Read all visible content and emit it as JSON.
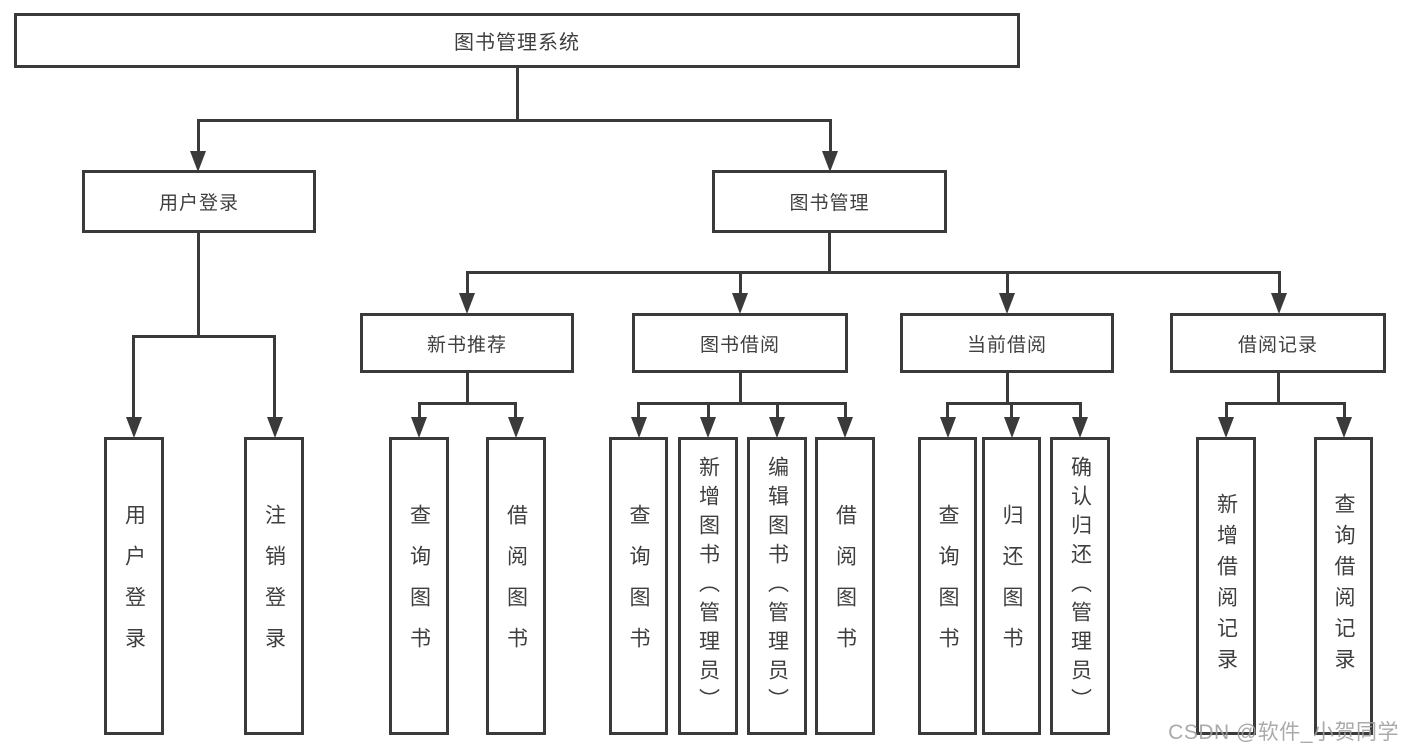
{
  "diagram": {
    "title": "图书管理系统",
    "watermark": "CSDN @软件_小贺同学",
    "colors": {
      "line": "#3a3a3a",
      "text": "#3f3f3f",
      "background": "#ffffff",
      "watermark": "#9e9e9e"
    },
    "nodes": {
      "root": {
        "label": "图书管理系统"
      },
      "user_login": {
        "label": "用户登录"
      },
      "book_mgmt": {
        "label": "图书管理"
      },
      "new_book_rec": {
        "label": "新书推荐"
      },
      "book_borrow": {
        "label": "图书借阅"
      },
      "current_borrow": {
        "label": "当前借阅"
      },
      "borrow_records": {
        "label": "借阅记录"
      },
      "leaf_user_login": {
        "label": "用户登录"
      },
      "leaf_logout": {
        "label": "注销登录"
      },
      "leaf_query_books_rec": {
        "label": "查询图书"
      },
      "leaf_borrow_books_rec": {
        "label": "借阅图书"
      },
      "leaf_query_books_borrow": {
        "label": "查询图书"
      },
      "leaf_add_books": {
        "label": "新增图书（管理员）"
      },
      "leaf_edit_books": {
        "label": "编辑图书（管理员）"
      },
      "leaf_borrow_books_borrow": {
        "label": "借阅图书"
      },
      "leaf_query_books_current": {
        "label": "查询图书"
      },
      "leaf_return_books": {
        "label": "归还图书"
      },
      "leaf_confirm_return": {
        "label": "确认归还（管理员）"
      },
      "leaf_add_borrow_record": {
        "label": "新增借阅记录"
      },
      "leaf_query_borrow_record": {
        "label": "查询借阅记录"
      }
    },
    "tree": {
      "root": [
        "user_login",
        "book_mgmt"
      ],
      "user_login": [
        "leaf_user_login",
        "leaf_logout"
      ],
      "book_mgmt": [
        "new_book_rec",
        "book_borrow",
        "current_borrow",
        "borrow_records"
      ],
      "new_book_rec": [
        "leaf_query_books_rec",
        "leaf_borrow_books_rec"
      ],
      "book_borrow": [
        "leaf_query_books_borrow",
        "leaf_add_books",
        "leaf_edit_books",
        "leaf_borrow_books_borrow"
      ],
      "current_borrow": [
        "leaf_query_books_current",
        "leaf_return_books",
        "leaf_confirm_return"
      ],
      "borrow_records": [
        "leaf_add_borrow_record",
        "leaf_query_borrow_record"
      ]
    }
  }
}
